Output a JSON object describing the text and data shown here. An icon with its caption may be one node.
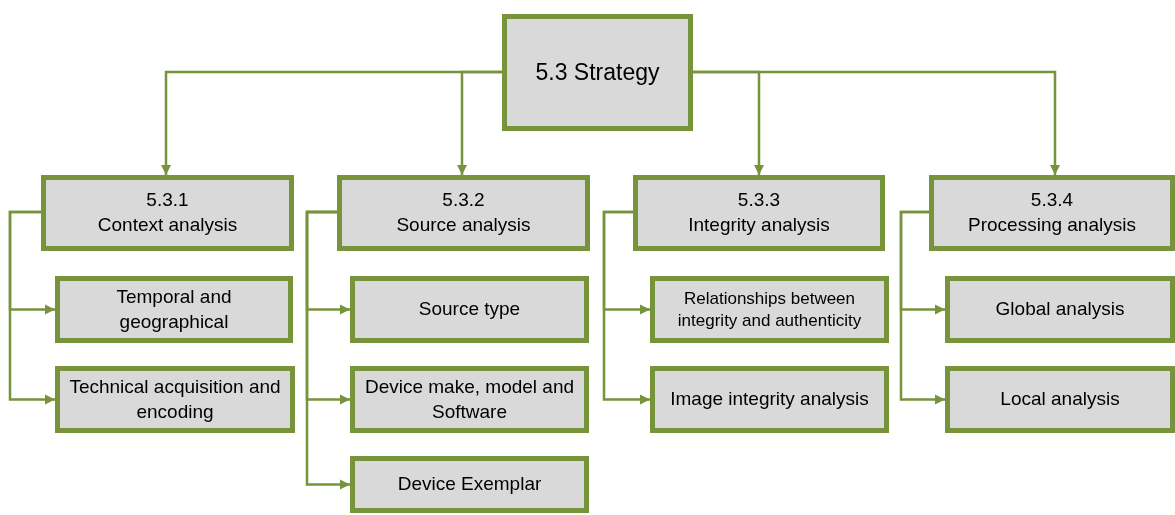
{
  "diagram": {
    "nodes": [
      {
        "text": [
          "5.3 Strategy"
        ]
      },
      {
        "text": [
          "5.3.1",
          "Context analysis"
        ]
      },
      {
        "text": [
          "Temporal and geographical"
        ]
      },
      {
        "text": [
          "Technical acquisition and encoding"
        ]
      },
      {
        "text": [
          "5.3.2",
          "Source analysis"
        ]
      },
      {
        "text": [
          "Source type"
        ]
      },
      {
        "text": [
          "Device make, model and Software"
        ]
      },
      {
        "text": [
          "Device Exemplar"
        ]
      },
      {
        "text": [
          "5.3.3",
          "Integrity analysis"
        ]
      },
      {
        "text": [
          "Relationships between integrity and authenticity"
        ]
      },
      {
        "text": [
          "Image integrity analysis"
        ]
      },
      {
        "text": [
          "5.3.4",
          "Processing analysis"
        ]
      },
      {
        "text": [
          "Global analysis"
        ]
      },
      {
        "text": [
          "Local analysis"
        ]
      }
    ],
    "edges": [
      {
        "from": 0,
        "to": 1,
        "arrow": "to"
      },
      {
        "from": 0,
        "to": 4,
        "arrow": "to"
      },
      {
        "from": 0,
        "to": 8,
        "arrow": "to"
      },
      {
        "from": 0,
        "to": 11,
        "arrow": "to"
      },
      {
        "from": 1,
        "to": 2,
        "arrow": "to"
      },
      {
        "from": 1,
        "to": 3,
        "arrow": "to"
      },
      {
        "from": 4,
        "to": 5,
        "arrow": "to"
      },
      {
        "from": 4,
        "to": 6,
        "arrow": "to"
      },
      {
        "from": 4,
        "to": 7,
        "arrow": "to"
      },
      {
        "from": 8,
        "to": 9,
        "arrow": "to"
      },
      {
        "from": 8,
        "to": 10,
        "arrow": "to"
      },
      {
        "from": 11,
        "to": 12,
        "arrow": "to"
      },
      {
        "from": 11,
        "to": 13,
        "arrow": "to"
      }
    ]
  }
}
